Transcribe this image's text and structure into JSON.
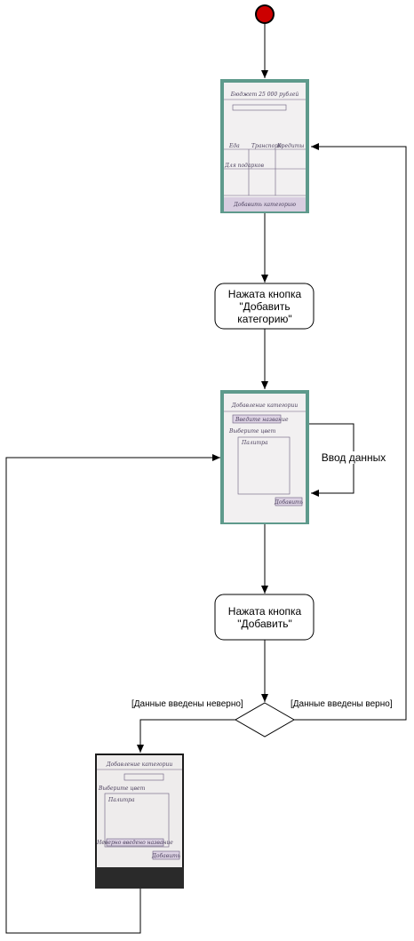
{
  "nodes": {
    "action1": {
      "line1": "Нажата кнопка",
      "line2": "\"Добавить",
      "line3": "категорию\""
    },
    "action2": {
      "line1": "Нажата кнопка",
      "line2": "\"Добавить\""
    }
  },
  "edges": {
    "self_loop_label": "Ввод данных",
    "guard_invalid": "[Данные введены неверно]",
    "guard_valid": "[Данные введены верно]"
  },
  "sketches": {
    "categories": {
      "title": "Бюджет 25 000 рублей",
      "col1": "Еда",
      "col2": "Транспорт",
      "col3": "Кредиты",
      "row2": "Для подарков",
      "footer": "Добавить категорию"
    },
    "form": {
      "title": "Добавление категории",
      "name_field": "Введите название",
      "choose_label": "Выберите цвет",
      "area_label": "Палитра",
      "submit": "Добавить"
    },
    "error_form": {
      "title": "Добавление категории",
      "choose_label": "Выберите цвет",
      "area_label": "Палитра",
      "error_msg": "Неверно введено название",
      "submit": "Добавить"
    }
  },
  "colors": {
    "start_fill": "#cc0000",
    "line": "#000000",
    "photo_bg": "#5e9a8c",
    "paper": "#f2f0f1"
  }
}
